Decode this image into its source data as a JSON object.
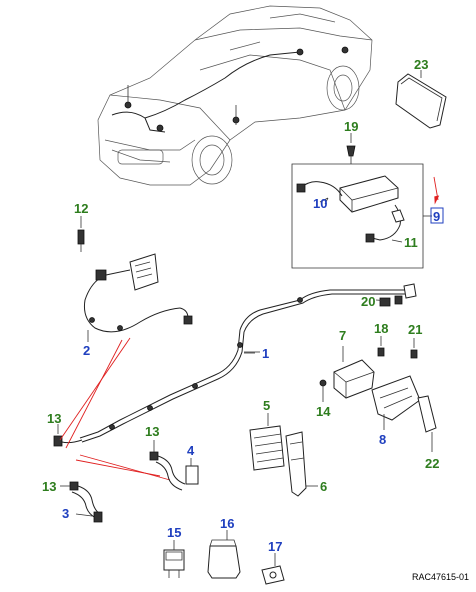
{
  "diagram": {
    "reference": "RAC47615-01",
    "highlighted_callout": "9",
    "callouts": [
      {
        "id": "c1",
        "label": "1",
        "color": "blue"
      },
      {
        "id": "c2",
        "label": "2",
        "color": "blue"
      },
      {
        "id": "c3",
        "label": "3",
        "color": "blue"
      },
      {
        "id": "c4",
        "label": "4",
        "color": "blue"
      },
      {
        "id": "c5",
        "label": "5",
        "color": "green"
      },
      {
        "id": "c6",
        "label": "6",
        "color": "green"
      },
      {
        "id": "c7",
        "label": "7",
        "color": "green"
      },
      {
        "id": "c8",
        "label": "8",
        "color": "blue"
      },
      {
        "id": "c9",
        "label": "9",
        "color": "blue"
      },
      {
        "id": "c10",
        "label": "10",
        "color": "blue"
      },
      {
        "id": "c11",
        "label": "11",
        "color": "green"
      },
      {
        "id": "c12",
        "label": "12",
        "color": "green"
      },
      {
        "id": "c13a",
        "label": "13",
        "color": "green"
      },
      {
        "id": "c13b",
        "label": "13",
        "color": "green"
      },
      {
        "id": "c13c",
        "label": "13",
        "color": "green"
      },
      {
        "id": "c14",
        "label": "14",
        "color": "green"
      },
      {
        "id": "c15",
        "label": "15",
        "color": "blue"
      },
      {
        "id": "c16",
        "label": "16",
        "color": "blue"
      },
      {
        "id": "c17",
        "label": "17",
        "color": "blue"
      },
      {
        "id": "c18",
        "label": "18",
        "color": "green"
      },
      {
        "id": "c19",
        "label": "19",
        "color": "green"
      },
      {
        "id": "c20",
        "label": "20",
        "color": "green"
      },
      {
        "id": "c21",
        "label": "21",
        "color": "green"
      },
      {
        "id": "c22",
        "label": "22",
        "color": "green"
      },
      {
        "id": "c23",
        "label": "23",
        "color": "green"
      }
    ],
    "colors": {
      "green_label": "#2e7d1e",
      "blue_label": "#1f3fbf",
      "arrow": "#e02020",
      "lines": "#222222"
    }
  }
}
